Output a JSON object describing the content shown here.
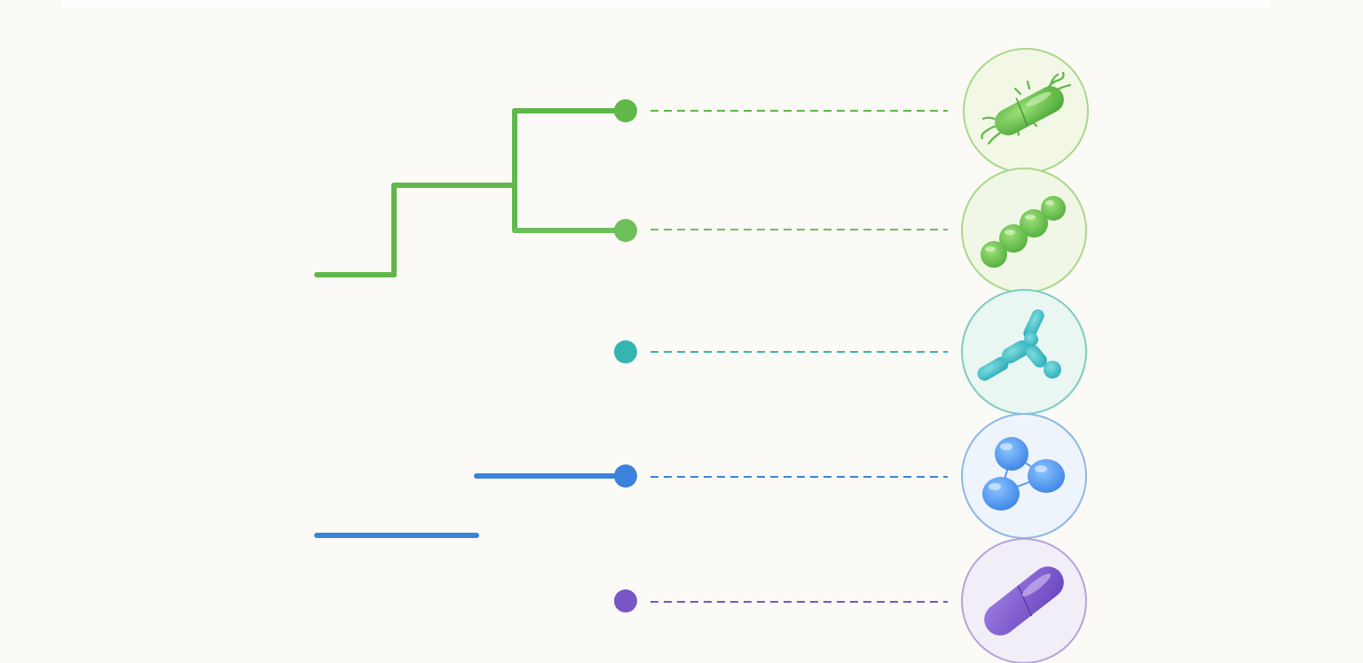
{
  "diagram": {
    "type": "phylogenetic-tree",
    "leaves": [
      {
        "id": "leaf-1",
        "icon": "rod-bacterium-with-flagella-icon",
        "color": "#5fb848",
        "circle_fill": "#f3f8e6",
        "circle_stroke": "#a9d88a"
      },
      {
        "id": "leaf-2",
        "icon": "streptococcus-chain-icon",
        "color": "#6cc05a",
        "circle_fill": "#f1f7e6",
        "circle_stroke": "#a9d88a"
      },
      {
        "id": "leaf-3",
        "icon": "branched-filament-icon",
        "color": "#34b5b0",
        "circle_fill": "#eaf6f2",
        "circle_stroke": "#7cccc4"
      },
      {
        "id": "leaf-4",
        "icon": "cocci-cluster-icon",
        "color": "#3b82dc",
        "circle_fill": "#eef4fb",
        "circle_stroke": "#8bb8e6"
      },
      {
        "id": "leaf-5",
        "icon": "bacillus-rod-icon",
        "color": "#7a55c5",
        "circle_fill": "#f2eef8",
        "circle_stroke": "#b6a2da"
      }
    ],
    "colors": {
      "green": "#5fb848",
      "teal": "#34b5b0",
      "blue": "#3b82dc",
      "purple": "#7a55c5",
      "root": "#2962b8",
      "background": "#fbf9f5"
    }
  }
}
